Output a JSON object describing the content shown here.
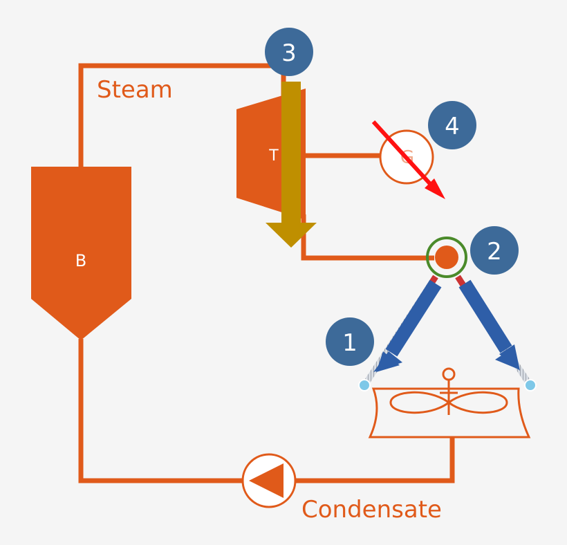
{
  "labels": {
    "steam": "Steam",
    "condensate": "Condensate",
    "boiler": "B",
    "turbine": "T",
    "generator": "G"
  },
  "markers": {
    "m1": "1",
    "m2": "2",
    "m3": "3",
    "m4": "4"
  },
  "colors": {
    "background": "#f5f5f5",
    "pipe": "#e05a1a",
    "marker": "#3d6a99",
    "gold_arrow": "#bf8f00",
    "red_arrow": "#ff1111",
    "blue_arrow": "#2e5ea8",
    "green_ring": "#4a8a2a"
  },
  "icons": {
    "pump": "pump-triangle-icon",
    "fan": "cooling-tower-fan-icon",
    "generator": "generator-circle-icon"
  }
}
